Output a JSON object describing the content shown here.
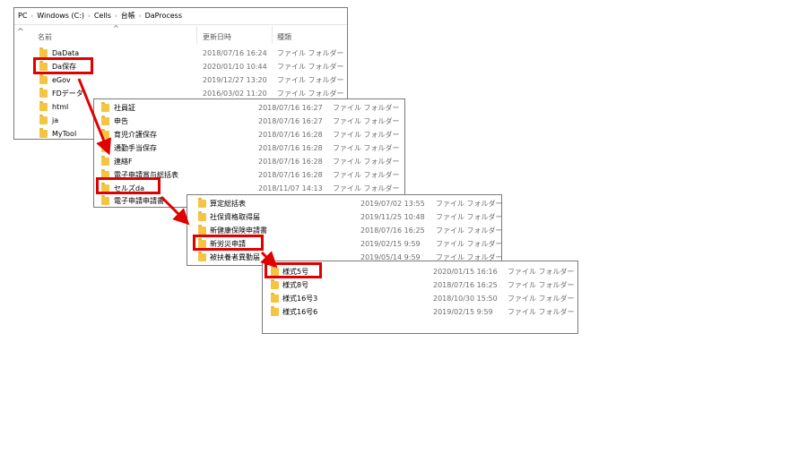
{
  "breadcrumb": [
    "PC",
    "Windows (C:)",
    "Cells",
    "台帳",
    "DaProcess"
  ],
  "columns": {
    "name": "名前",
    "date": "更新日時",
    "type": "種類"
  },
  "window1": {
    "rows": [
      {
        "name": "DaData",
        "date": "2018/07/16 16:24",
        "type": "ファイル フォルダー"
      },
      {
        "name": "Da保存",
        "date": "2020/01/10 10:44",
        "type": "ファイル フォルダー"
      },
      {
        "name": "eGov",
        "date": "2019/12/27 13:20",
        "type": "ファイル フォルダー"
      },
      {
        "name": "FDデータ",
        "date": "2016/03/02 11:20",
        "type": "ファイル フォルダー"
      },
      {
        "name": "html",
        "date": "",
        "type": ""
      },
      {
        "name": "ja",
        "date": "",
        "type": ""
      },
      {
        "name": "MyTool",
        "date": "",
        "type": ""
      }
    ]
  },
  "window2": {
    "rows": [
      {
        "name": "社員証",
        "date": "2018/07/16 16:27",
        "type": "ファイル フォルダー"
      },
      {
        "name": "申告",
        "date": "2018/07/16 16:27",
        "type": "ファイル フォルダー"
      },
      {
        "name": "育児介護保存",
        "date": "2018/07/16 16:28",
        "type": "ファイル フォルダー"
      },
      {
        "name": "通勤手当保存",
        "date": "2018/07/16 16:28",
        "type": "ファイル フォルダー"
      },
      {
        "name": "連絡F",
        "date": "2018/07/16 16:28",
        "type": "ファイル フォルダー"
      },
      {
        "name": "電子申請賞与総括表",
        "date": "2018/07/16 16:28",
        "type": "ファイル フォルダー"
      },
      {
        "name": "セルズda",
        "date": "2018/11/07 14:13",
        "type": "ファイル フォルダー"
      },
      {
        "name": "電子申請申請書",
        "date": "",
        "type": ""
      }
    ]
  },
  "window3": {
    "rows": [
      {
        "name": "算定総括表",
        "date": "2019/07/02 13:55",
        "type": "ファイル フォルダー"
      },
      {
        "name": "社保資格取得届",
        "date": "2019/11/25 10:48",
        "type": "ファイル フォルダー"
      },
      {
        "name": "新健康保険申請書",
        "date": "2018/07/16 16:25",
        "type": "ファイル フォルダー"
      },
      {
        "name": "新労災申請",
        "date": "2019/02/15 9:59",
        "type": "ファイル フォルダー"
      },
      {
        "name": "被扶養者異動届",
        "date": "2019/05/14 9:59",
        "type": "ファイル フォルダー"
      }
    ]
  },
  "window4": {
    "rows": [
      {
        "name": "様式5号",
        "date": "2020/01/15 16:16",
        "type": "ファイル フォルダー"
      },
      {
        "name": "様式8号",
        "date": "2018/07/16 16:25",
        "type": "ファイル フォルダー"
      },
      {
        "name": "様式16号3",
        "date": "2018/10/30 15:50",
        "type": "ファイル フォルダー"
      },
      {
        "name": "様式16号6",
        "date": "2019/02/15 9:59",
        "type": "ファイル フォルダー"
      }
    ]
  },
  "colors": {
    "highlight": "#e00000",
    "folder": "#f4c542"
  },
  "icons": {
    "folder": "folder-icon",
    "arrow": "arrow-icon",
    "chevron": "chevron-right-icon"
  }
}
